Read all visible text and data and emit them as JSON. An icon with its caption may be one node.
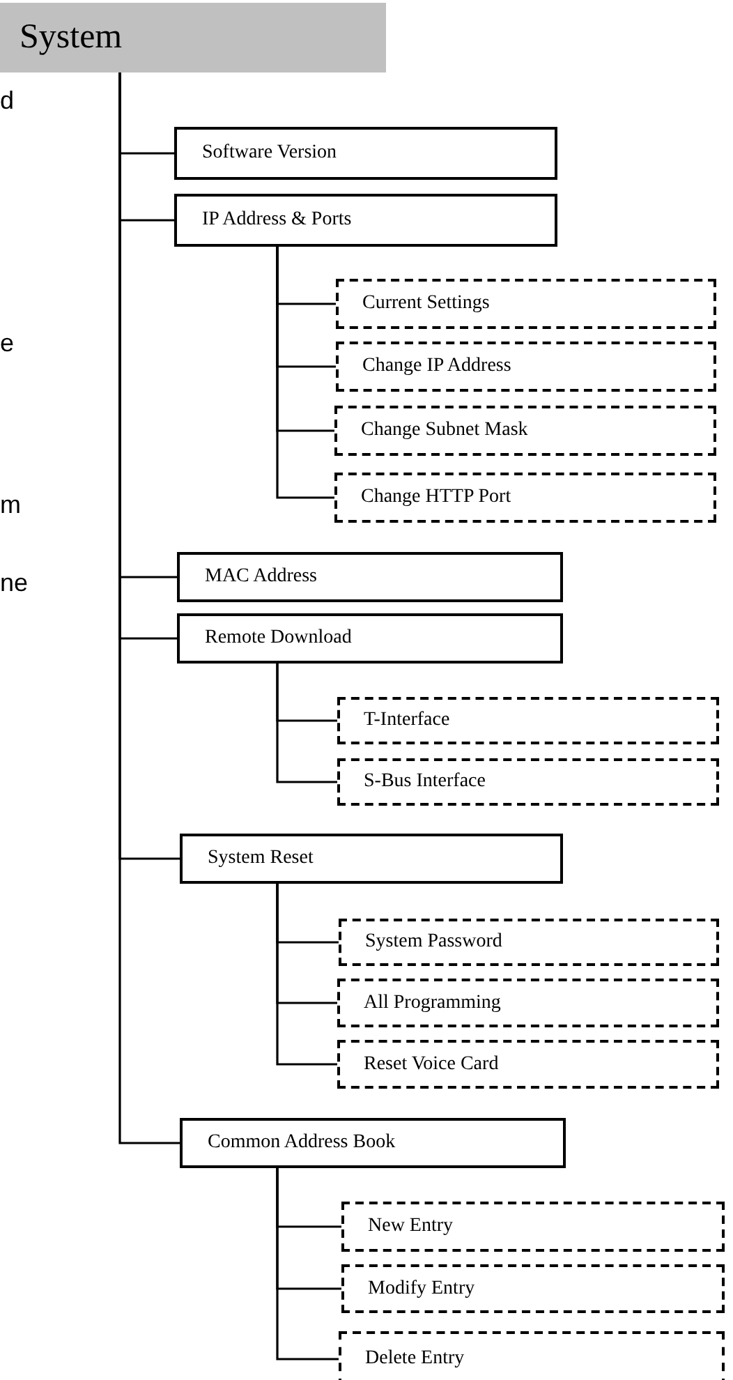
{
  "diagram": {
    "nodes": [
      {
        "text": [
          "System"
        ]
      },
      {
        "text": [
          "Software Version"
        ]
      },
      {
        "text": [
          "IP Address & Ports"
        ]
      },
      {
        "text": [
          "Current Settings"
        ]
      },
      {
        "text": [
          "Change IP Address"
        ]
      },
      {
        "text": [
          "Change Subnet Mask"
        ]
      },
      {
        "text": [
          "Change HTTP Port"
        ]
      },
      {
        "text": [
          "MAC Address"
        ]
      },
      {
        "text": [
          "Remote Download"
        ]
      },
      {
        "text": [
          "T-Interface"
        ]
      },
      {
        "text": [
          "S-Bus Interface"
        ]
      },
      {
        "text": [
          "System Reset"
        ]
      },
      {
        "text": [
          "System Password"
        ]
      },
      {
        "text": [
          "All Programming"
        ]
      },
      {
        "text": [
          "Reset Voice Card"
        ]
      },
      {
        "text": [
          "Common Address Book"
        ]
      },
      {
        "text": [
          "New Entry"
        ]
      },
      {
        "text": [
          "Modify Entry"
        ]
      },
      {
        "text": [
          "Delete Entry"
        ]
      }
    ],
    "edges": [
      {
        "from": 0,
        "to": 1,
        "arrow": "none"
      },
      {
        "from": 0,
        "to": 2,
        "arrow": "none"
      },
      {
        "from": 2,
        "to": 3,
        "arrow": "none"
      },
      {
        "from": 2,
        "to": 4,
        "arrow": "none"
      },
      {
        "from": 2,
        "to": 5,
        "arrow": "none"
      },
      {
        "from": 2,
        "to": 6,
        "arrow": "none"
      },
      {
        "from": 0,
        "to": 7,
        "arrow": "none"
      },
      {
        "from": 0,
        "to": 8,
        "arrow": "none"
      },
      {
        "from": 8,
        "to": 9,
        "arrow": "none"
      },
      {
        "from": 8,
        "to": 10,
        "arrow": "none"
      },
      {
        "from": 0,
        "to": 11,
        "arrow": "none"
      },
      {
        "from": 11,
        "to": 12,
        "arrow": "none"
      },
      {
        "from": 11,
        "to": 13,
        "arrow": "none"
      },
      {
        "from": 11,
        "to": 14,
        "arrow": "none"
      },
      {
        "from": 0,
        "to": 15,
        "arrow": "none"
      },
      {
        "from": 15,
        "to": 16,
        "arrow": "none"
      },
      {
        "from": 15,
        "to": 17,
        "arrow": "none"
      },
      {
        "from": 15,
        "to": 18,
        "arrow": "none"
      }
    ],
    "labels": [
      "d",
      "e",
      "m",
      "ne"
    ]
  }
}
